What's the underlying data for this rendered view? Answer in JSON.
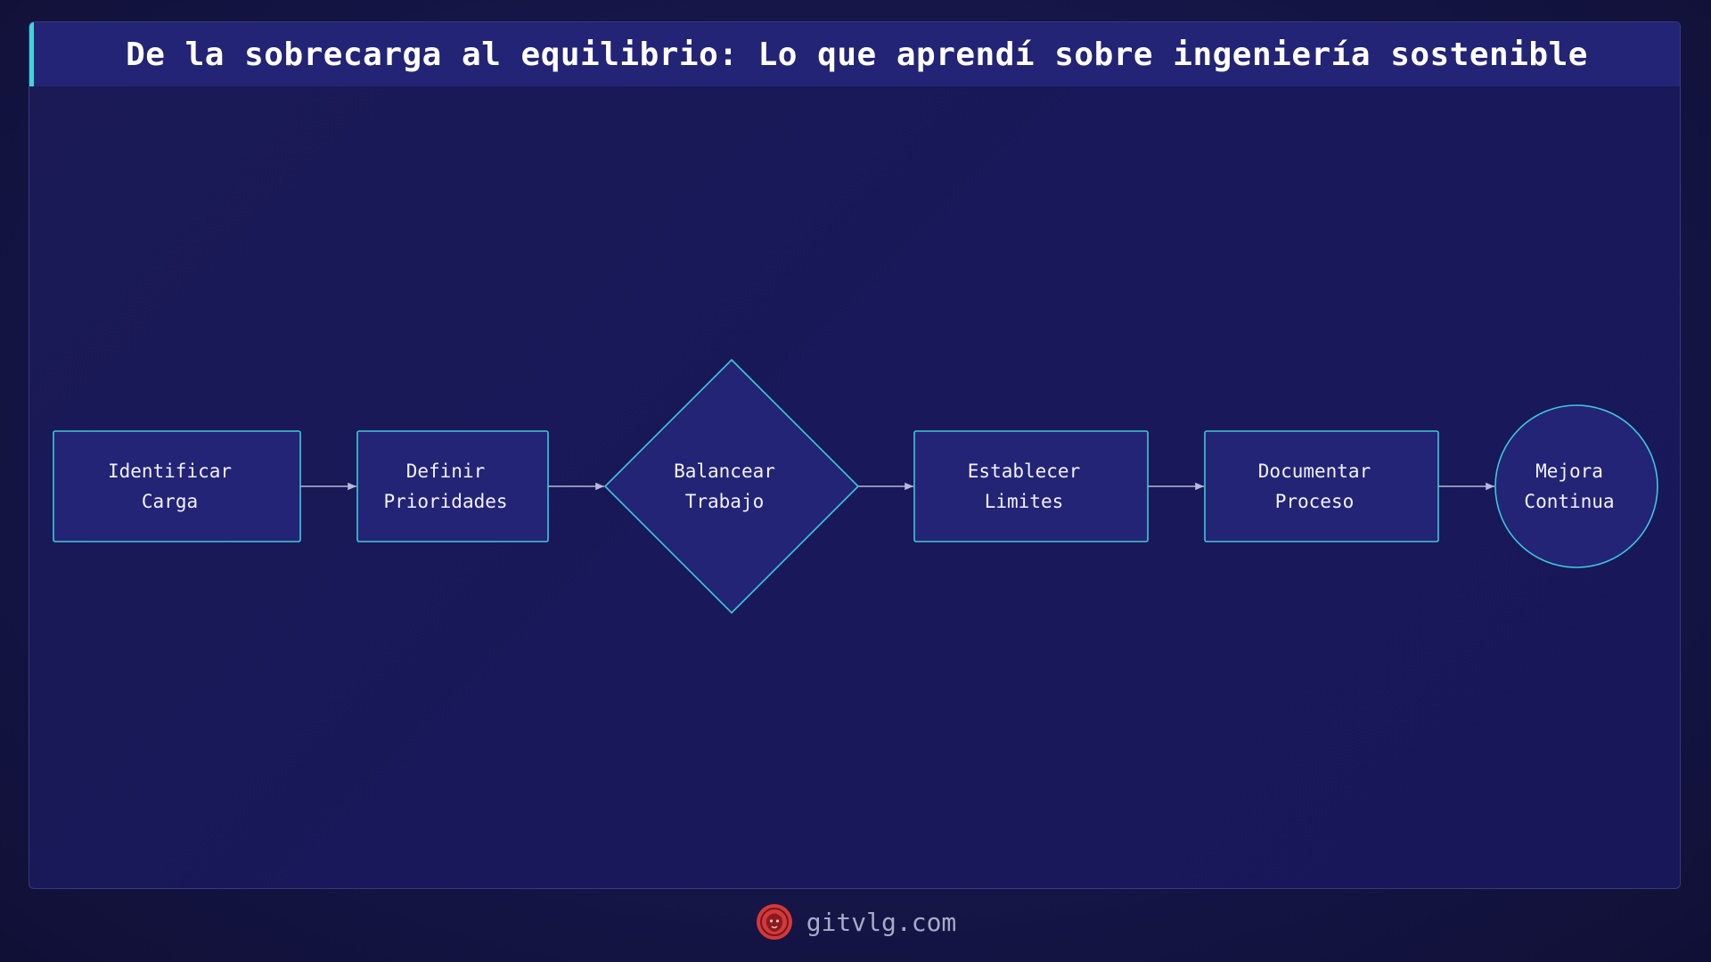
{
  "title": "De la sobrecarga al equilibrio: Lo que aprendí sobre ingeniería sostenible",
  "colors": {
    "accent": "#3fd6d6",
    "node_fill": "#232475",
    "node_stroke": "#3fc8d8",
    "arrow": "#b8b8d8",
    "title_bar": "#232475",
    "logo": "#d2393b"
  },
  "flow": {
    "nodes": [
      {
        "id": "identificar",
        "shape": "rectangle",
        "lines": [
          "Identificar",
          "Carga"
        ]
      },
      {
        "id": "definir",
        "shape": "rectangle",
        "lines": [
          "Definir",
          "Prioridades"
        ]
      },
      {
        "id": "balancear",
        "shape": "diamond",
        "lines": [
          "Balancear",
          "Trabajo"
        ]
      },
      {
        "id": "establecer",
        "shape": "rectangle",
        "lines": [
          "Establecer",
          "Limites"
        ]
      },
      {
        "id": "documentar",
        "shape": "rectangle",
        "lines": [
          "Documentar",
          "Proceso"
        ]
      },
      {
        "id": "mejora",
        "shape": "circle",
        "lines": [
          "Mejora",
          "Continua"
        ]
      }
    ],
    "edges": [
      {
        "from": "identificar",
        "to": "definir"
      },
      {
        "from": "definir",
        "to": "balancear"
      },
      {
        "from": "balancear",
        "to": "establecer"
      },
      {
        "from": "establecer",
        "to": "documentar"
      },
      {
        "from": "documentar",
        "to": "mejora"
      }
    ]
  },
  "footer": {
    "site": "gitvlg.com",
    "logo_icon": "lion-head-icon"
  }
}
